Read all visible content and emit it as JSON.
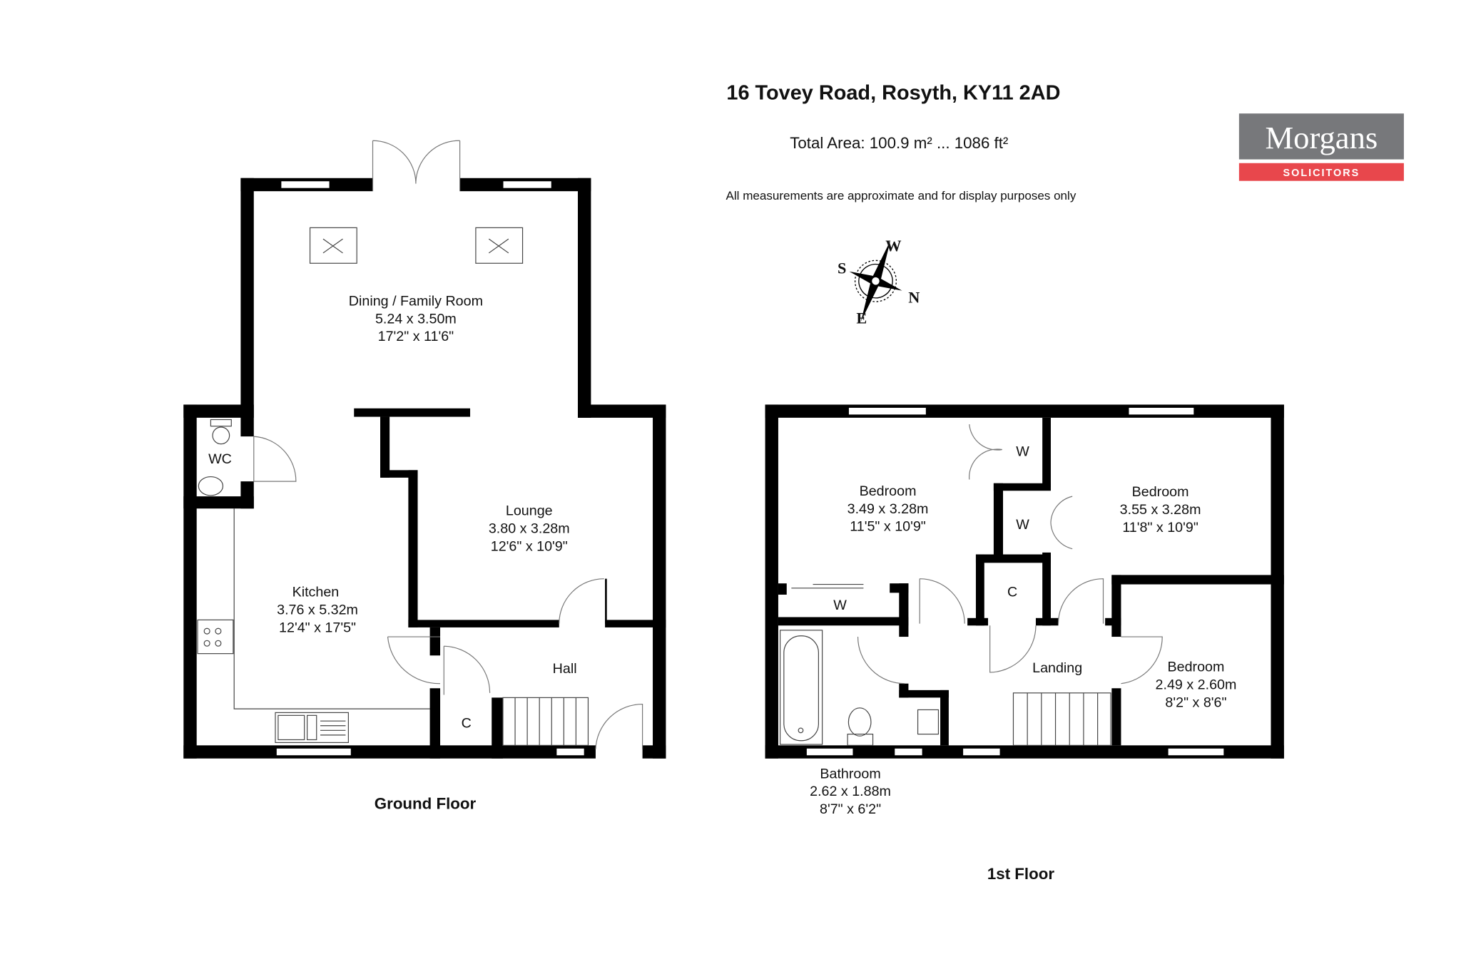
{
  "header": {
    "title": "16 Tovey Road, Rosyth, KY11 2AD",
    "total_area": "Total Area: 100.9 m² ... 1086 ft²",
    "disclaimer": "All measurements are approximate and for display purposes only"
  },
  "logo": {
    "name": "Morgans",
    "tagline": "SOLICITORS",
    "gray": "#77787b",
    "red": "#e8474c"
  },
  "compass": {
    "top": "W",
    "left": "S",
    "right": "N",
    "bottom": "E"
  },
  "ground_floor": {
    "label": "Ground Floor",
    "rooms": [
      {
        "name": "Dining / Family Room",
        "metric": "5.24 x 3.50m",
        "imperial": "17'2\" x 11'6\""
      },
      {
        "name": "Lounge",
        "metric": "3.80 x 3.28m",
        "imperial": "12'6\" x 10'9\""
      },
      {
        "name": "Kitchen",
        "metric": "3.76 x 5.32m",
        "imperial": "12'4\" x 17'5\""
      },
      {
        "name": "WC"
      },
      {
        "name": "Hall"
      },
      {
        "name": "C"
      }
    ]
  },
  "first_floor": {
    "label": "1st Floor",
    "rooms": [
      {
        "name": "Bedroom",
        "metric": "3.49 x 3.28m",
        "imperial": "11'5\" x 10'9\""
      },
      {
        "name": "Bedroom",
        "metric": "3.55 x 3.28m",
        "imperial": "11'8\" x 10'9\""
      },
      {
        "name": "Bedroom",
        "metric": "2.49 x 2.60m",
        "imperial": "8'2\" x 8'6\""
      },
      {
        "name": "Bathroom",
        "metric": "2.62 x 1.88m",
        "imperial": "8'7\" x 6'2\""
      },
      {
        "name": "Landing"
      },
      {
        "name": "W"
      },
      {
        "name": "W"
      },
      {
        "name": "W"
      },
      {
        "name": "C"
      }
    ]
  }
}
